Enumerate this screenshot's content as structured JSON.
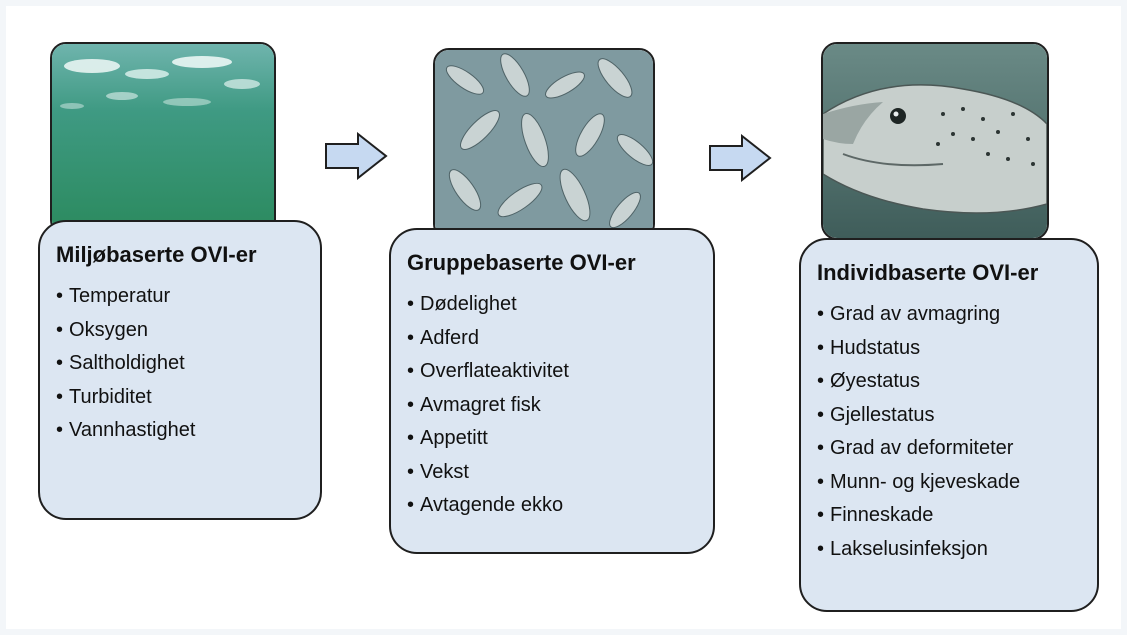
{
  "columns": [
    {
      "title": "Miljøbaserte OVI-er",
      "photo_icon": "underwater-surface-icon",
      "items": [
        "Temperatur",
        "Oksygen",
        "Saltholdighet",
        "Turbiditet",
        "Vannhastighet"
      ]
    },
    {
      "title": "Gruppebaserte OVI-er",
      "photo_icon": "fish-school-icon",
      "items": [
        "Dødelighet",
        "Adferd",
        "Overflateaktivitet",
        "Avmagret fisk",
        "Appetitt",
        "Vekst",
        "Avtagende ekko"
      ]
    },
    {
      "title": "Individbaserte OVI-er",
      "photo_icon": "salmon-closeup-icon",
      "items": [
        "Grad av avmagring",
        "Hudstatus",
        "Øyestatus",
        "Gjellestatus",
        "Grad av deformiteter",
        "Munn- og kjeveskade",
        "Finneskade",
        "Lakselusinfeksjon"
      ]
    }
  ],
  "colors": {
    "card_fill": "#dce6f2",
    "arrow_fill": "#c6d9f1",
    "outline": "#1f1f1f",
    "water": "#2f8f73"
  }
}
